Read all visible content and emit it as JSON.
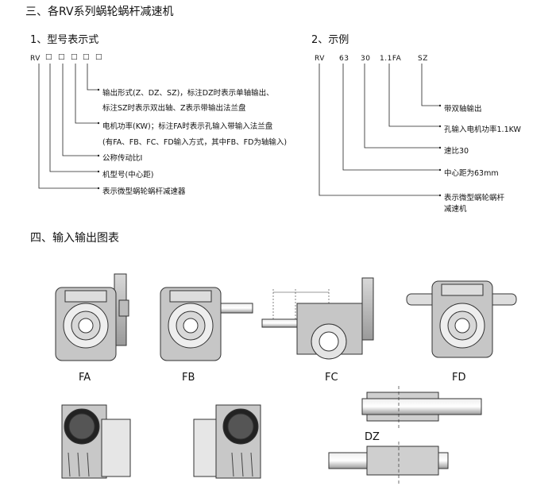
{
  "section3_title": "三、各RV系列蜗轮蜗杆减速机",
  "model": {
    "title": "1、型号表示式",
    "code_prefix": "RV",
    "boxes": [
      "□",
      "□",
      "□",
      "□",
      "□"
    ],
    "labels": [
      "输出形式(Z、DZ、SZ)，标注DZ时表示单轴输出、",
      "标注SZ时表示双出轴、Z表示带输出法兰盘",
      "电机功率(KW)；标注FA时表示孔输入带输入法兰盘",
      "(有FA、FB、FC、FD输入方式，其中FB、FD为轴输入)",
      "公称传动比I",
      "机型号(中心距)",
      "表示微型蜗轮蜗杆减速器"
    ]
  },
  "example": {
    "title": "2、示例",
    "codes": [
      "RV",
      "63",
      "30",
      "1.1FA",
      "SZ"
    ],
    "labels": [
      "带双轴输出",
      "孔输入电机功率1.1KW",
      "速比30",
      "中心距为63mm",
      "表示微型蜗轮蜗杆",
      "减速机"
    ]
  },
  "section4_title": "四、输入输出图表",
  "figures": {
    "fa": "FA",
    "fb": "FB",
    "fc": "FC",
    "fd": "FD",
    "dz": "DZ"
  }
}
